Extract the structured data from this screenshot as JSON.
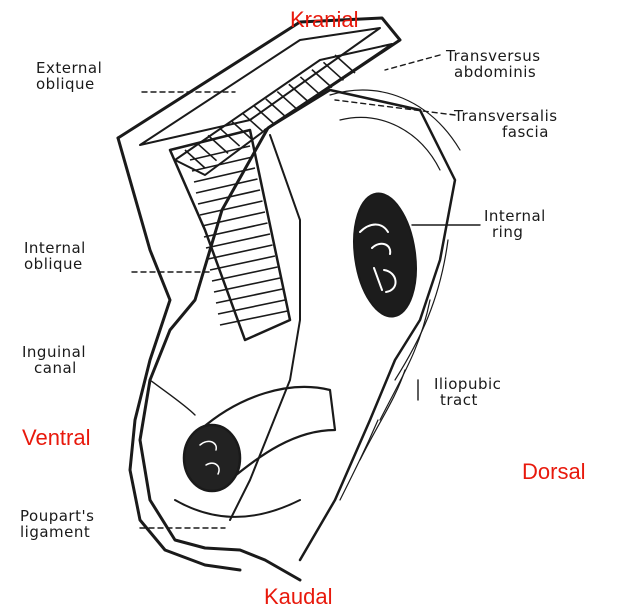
{
  "colors": {
    "ink": "#1a1a1a",
    "direction_label": "#e8190c",
    "background": "#ffffff"
  },
  "labels": {
    "external_oblique": [
      "External",
      "oblique"
    ],
    "transversus_abdominis": [
      "Transversus",
      "abdominis"
    ],
    "transversalis_fascia": [
      "Transversalis",
      "fascia"
    ],
    "internal_ring": [
      "Internal",
      "ring"
    ],
    "internal_oblique": [
      "Internal",
      "oblique"
    ],
    "inguinal_canal": [
      "Inguinal",
      "canal"
    ],
    "iliopubic_tract": [
      "Iliopubic",
      "tract"
    ],
    "pouparts_ligament": [
      "Poupart's",
      "ligament"
    ]
  },
  "directions": {
    "cranial": "Kranial",
    "caudal": "Kaudal",
    "ventral": "Ventral",
    "dorsal": "Dorsal"
  }
}
